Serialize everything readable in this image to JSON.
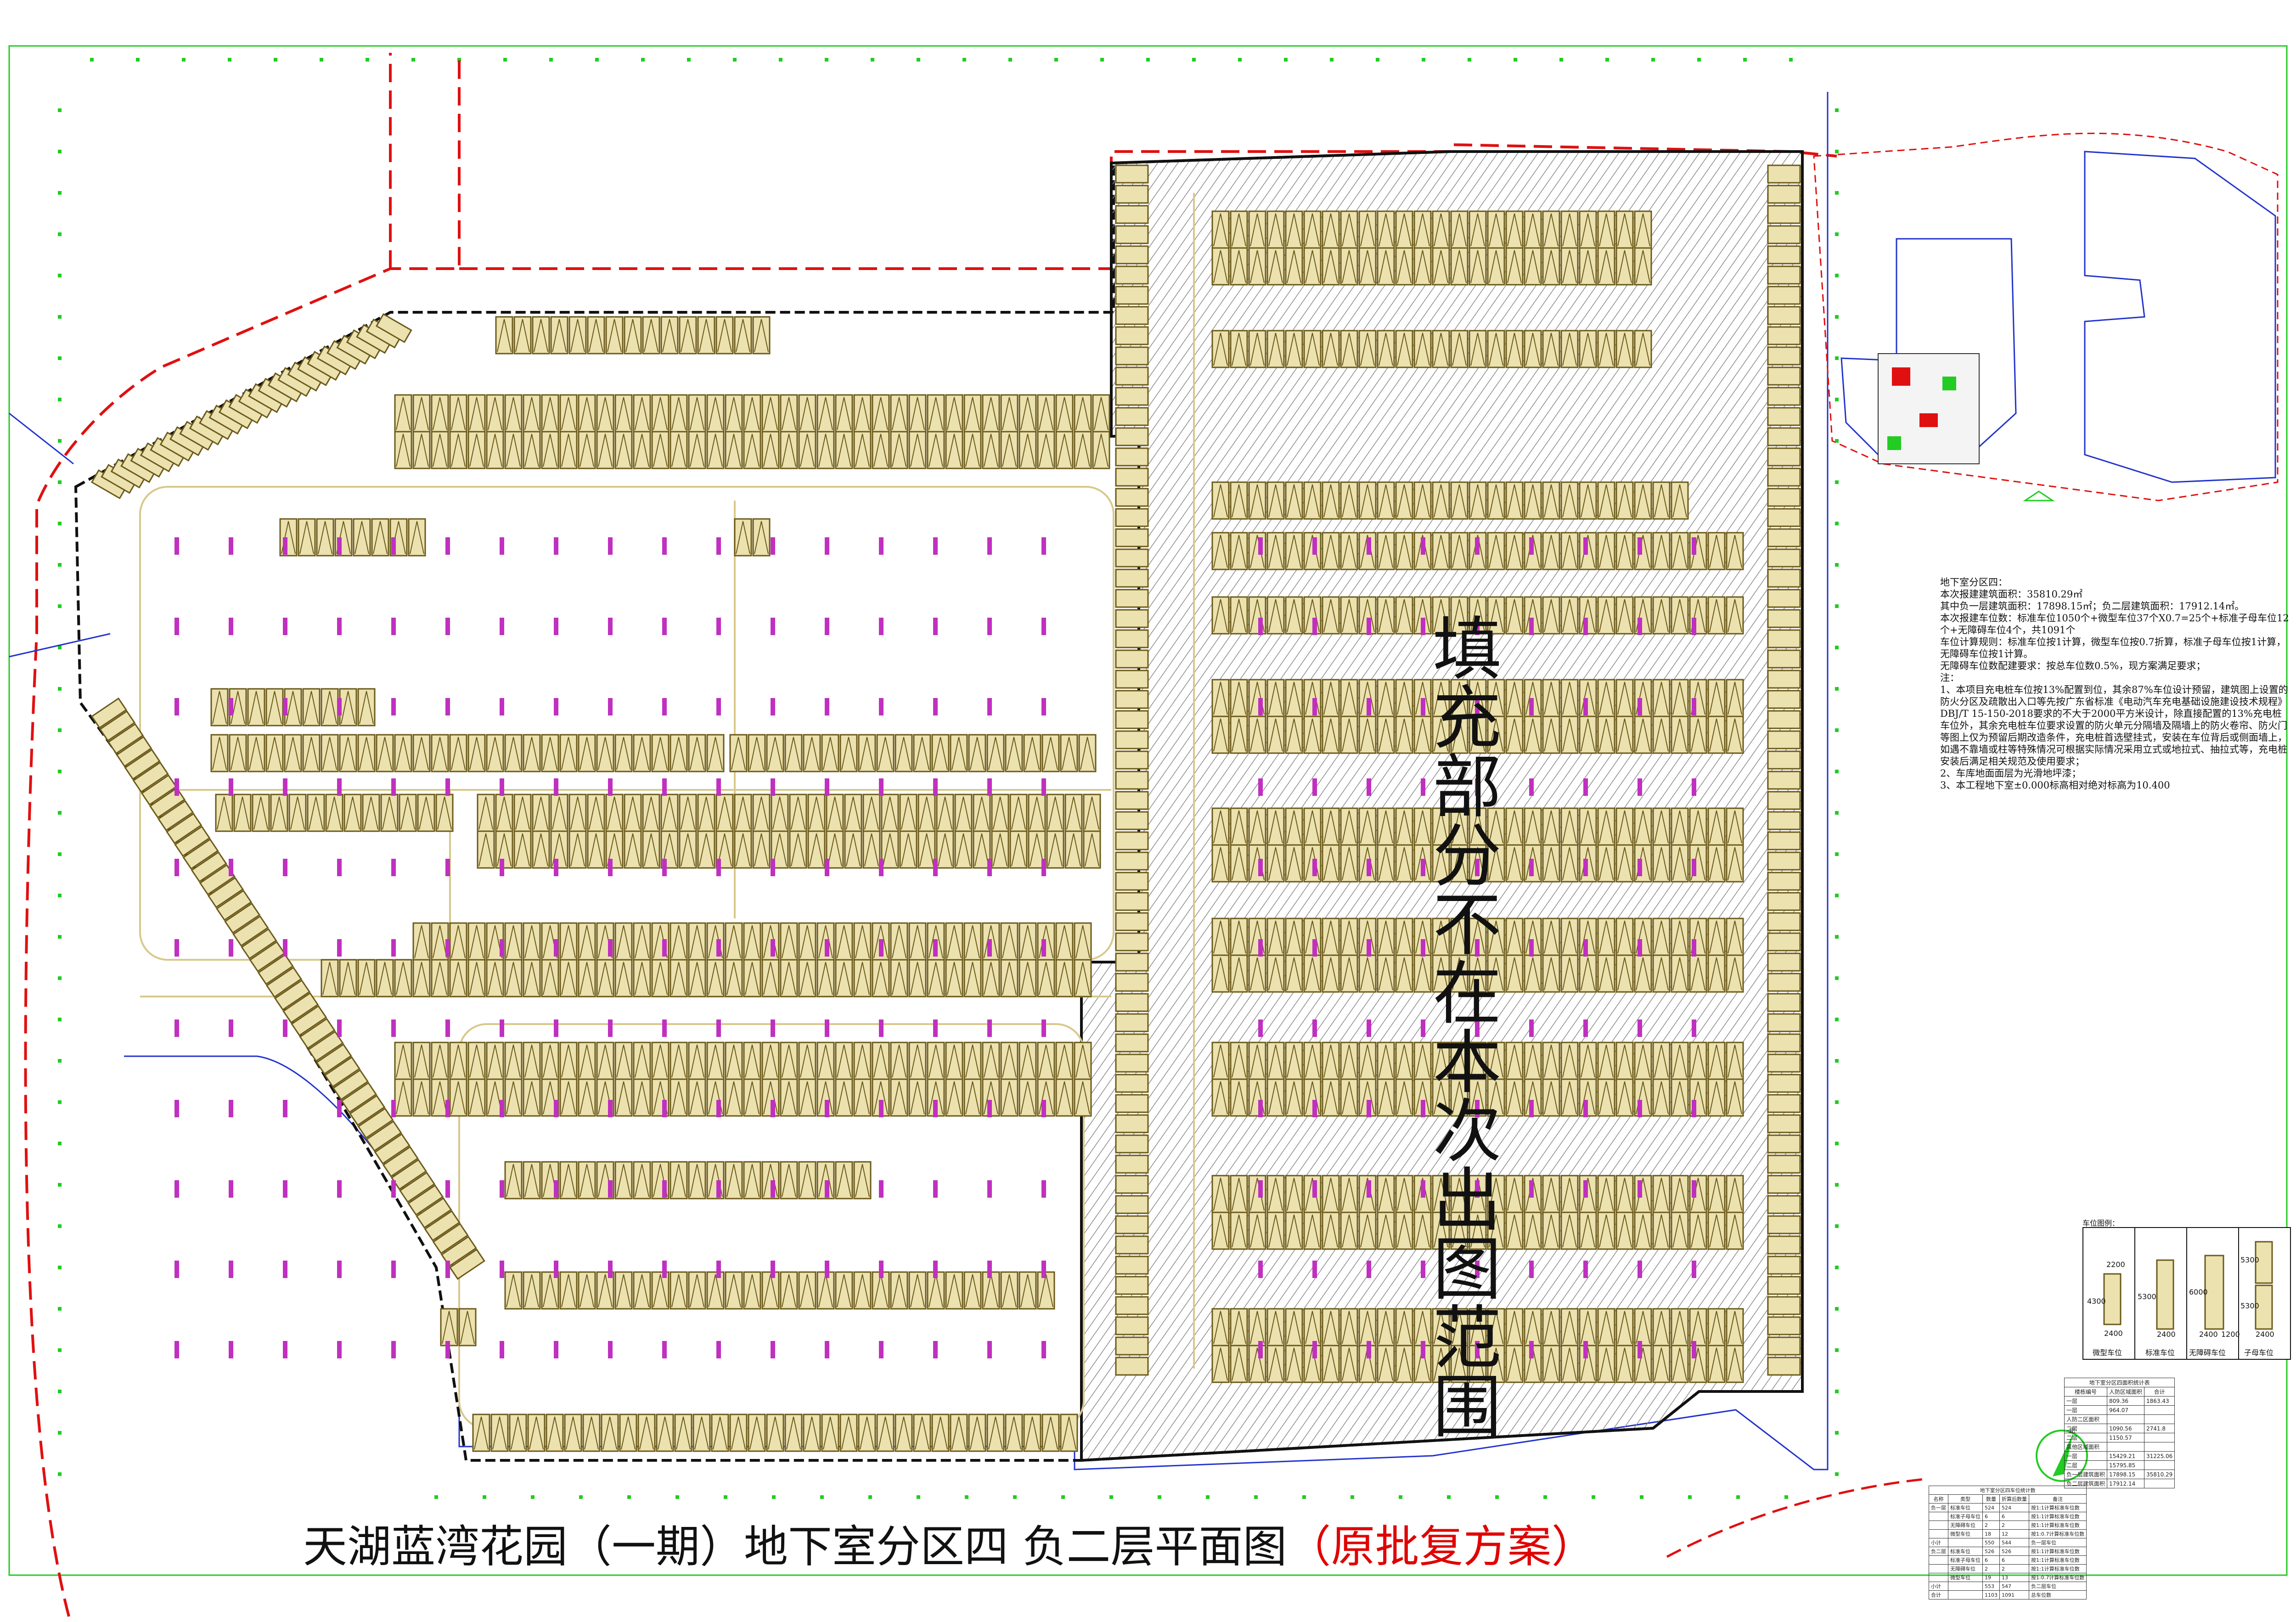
{
  "title": {
    "main": "天湖蓝湾花园（一期）地下室分区四 负二层平面图",
    "highlight": "（原批复方案）"
  },
  "overlay_text": "填充部分不在本次出图范围",
  "notes": {
    "heading": "地下室分区四：",
    "lines": [
      "本次报建建筑面积：35810.29㎡",
      "其中负一层建筑面积：17898.15㎡；负二层建筑面积：17912.14㎡。",
      "本次报建车位数：标准车位1050个+微型车位37个X0.7=25个+标准子母车位12个+无障碍车位4个，共1091个",
      "车位计算规则：标准车位按1计算，微型车位按0.7折算，标准子母车位按1计算，无障碍车位按1计算。",
      "无障碍车位数配建要求：按总车位数0.5%，现方案满足要求；",
      "注：",
      "1、本项目充电桩车位按13%配置到位，其余87%车位设计预留，建筑图上设置的防火分区及疏散出入口等先按广东省标准《电动汽车充电基础设施建设技术规程》DBJ/T 15-150-2018要求的不大于2000平方米设计，除直接配置的13%充电桩车位外，其余充电桩车位要求设置的防火单元分隔墙及隔墙上的防火卷帘、防火门等图上仅为预留后期改造条件，充电桩首选壁挂式，安装在车位背后或侧面墙上，如遇不靠墙或柱等特殊情况可根据实际情况采用立式或地拉式、抽拉式等，充电桩安装后满足相关规范及使用要求；",
      "2、车库地面面层为光滑地坪漆；",
      "3、本工程地下室±0.000标高相对绝对标高为10.400"
    ]
  },
  "legend": {
    "title": "车位图例：",
    "items": [
      {
        "label": "微型车位",
        "dims": [
          "2200",
          "4300",
          "2400"
        ]
      },
      {
        "label": "标准车位",
        "dims": [
          "5300",
          "2400"
        ]
      },
      {
        "label": "无障碍车位",
        "dims": [
          "6000",
          "2400",
          "1200"
        ]
      },
      {
        "label": "子母车位",
        "dims": [
          "5300",
          "5300",
          "2400"
        ]
      }
    ]
  },
  "area_table": {
    "title": "地下室分区四面积统计表",
    "headers": [
      "楼栋编号",
      "人防区域面积",
      "合计"
    ],
    "rows": [
      [
        "一层",
        "809.36",
        "1863.43"
      ],
      [
        "一层",
        "964.07",
        ""
      ],
      [
        "人防二区面积",
        "",
        ""
      ],
      [
        "二层",
        "1090.56",
        "2741.8"
      ],
      [
        "二层",
        "1150.57",
        ""
      ],
      [
        "其他区域面积",
        "",
        ""
      ],
      [
        "一层",
        "15429.21",
        "31225.06"
      ],
      [
        "二层",
        "15795.85",
        ""
      ],
      [
        "负一层建筑面积",
        "17898.15",
        "35810.29"
      ],
      [
        "负二层建筑面积",
        "17912.14",
        ""
      ]
    ]
  },
  "parking_table": {
    "title": "地下室分区四车位统计数",
    "headers": [
      "名称",
      "类型",
      "数量",
      "折算后数量",
      "备注"
    ],
    "rows": [
      [
        "负一层",
        "标准车位",
        "524",
        "524",
        "按1:1计算标准车位数"
      ],
      [
        "",
        "标准子母车位",
        "6",
        "6",
        "按1:1计算标准车位数"
      ],
      [
        "",
        "无障碍车位",
        "2",
        "2",
        "按1:1计算标准车位数"
      ],
      [
        "",
        "微型车位",
        "18",
        "12",
        "按1:0.7计算标准车位数"
      ],
      [
        "小计",
        "",
        "550",
        "544",
        "负一层车位"
      ],
      [
        "负二层",
        "标准车位",
        "526",
        "526",
        "按1:1计算标准车位数"
      ],
      [
        "",
        "标准子母车位",
        "6",
        "6",
        "按1:1计算标准车位数"
      ],
      [
        "",
        "无障碍车位",
        "2",
        "2",
        "按1:1计算标准车位数"
      ],
      [
        "",
        "微型车位",
        "19",
        "13",
        "按1:0.7计算标准车位数"
      ],
      [
        "小计",
        "",
        "553",
        "547",
        "负二层车位"
      ],
      [
        "合计",
        "",
        "1103",
        "1091",
        "总车位数"
      ]
    ]
  },
  "north_arrow_label": "北",
  "colors": {
    "site_green": "#22cc22",
    "redline": "#e01010",
    "blue_line": "#2233cc",
    "stall": "#6b5a1a",
    "stall_fill": "#ece2b0",
    "column": "#c030c0",
    "hatch": "#777777",
    "route": "#d8c88a",
    "title_red": "#e00000"
  }
}
